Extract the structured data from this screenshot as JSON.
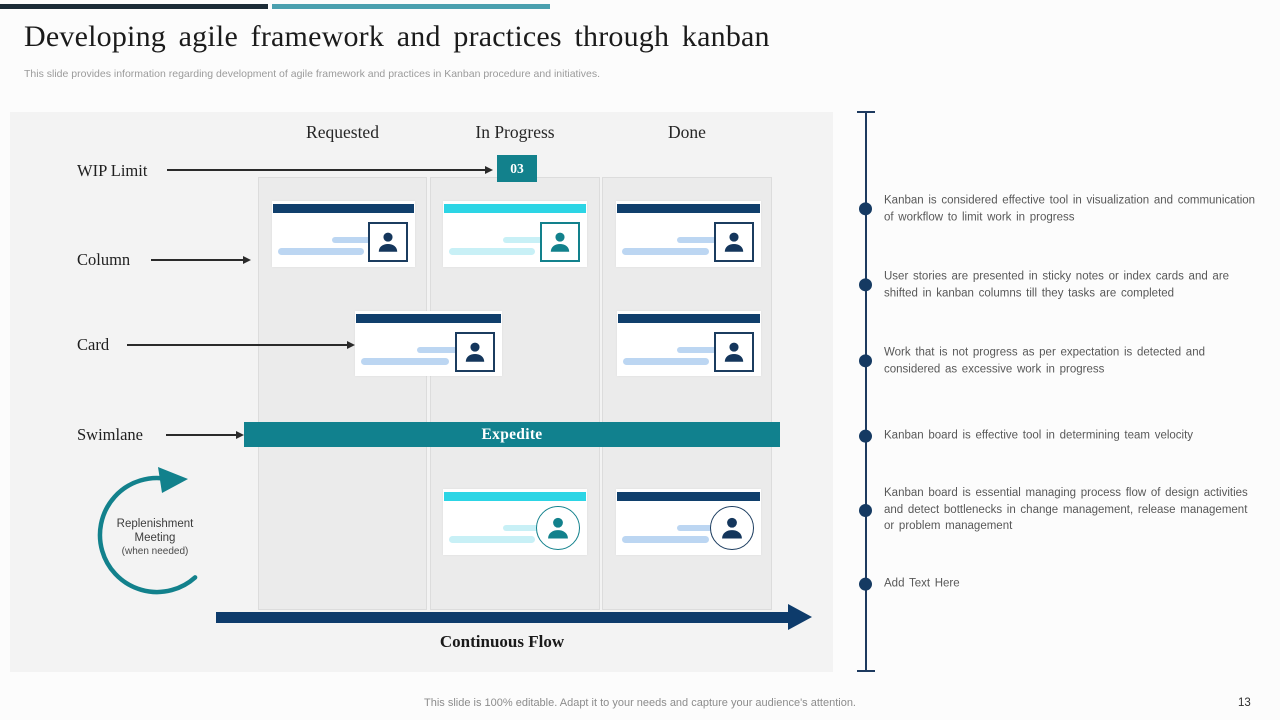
{
  "slide": {
    "title": "Developing agile framework and practices through kanban",
    "subtitle": "This slide provides information regarding development of agile  framework and practices in Kanban procedure and initiatives.",
    "footer": "This slide is 100% editable. Adapt it to your needs and capture your audience's attention.",
    "page_number": "13"
  },
  "board": {
    "columns": [
      "Requested",
      "In Progress",
      "Done"
    ],
    "wip_limit": {
      "label": "WIP Limit",
      "value": "03"
    },
    "annotations": {
      "column": "Column",
      "card": "Card",
      "swimlane": "Swimlane"
    },
    "swimlane_label": "Expedite",
    "flow_label": "Continuous Flow",
    "replenishment": {
      "lines": [
        "Replenishment",
        "Meeting",
        "(when needed)"
      ]
    },
    "cards": [
      {
        "column": "Requested",
        "row": 1,
        "accent": "navy",
        "avatar": "square"
      },
      {
        "column": "In Progress",
        "row": 1,
        "accent": "cyan",
        "avatar": "square"
      },
      {
        "column": "Done",
        "row": 1,
        "accent": "navy",
        "avatar": "square"
      },
      {
        "column": "Requested/In Progress (straddling)",
        "row": 2,
        "accent": "navy",
        "avatar": "square"
      },
      {
        "column": "Done",
        "row": 2,
        "accent": "navy",
        "avatar": "square"
      },
      {
        "column": "In Progress",
        "row": 3,
        "accent": "cyan",
        "avatar": "circle"
      },
      {
        "column": "Done",
        "row": 3,
        "accent": "navy",
        "avatar": "circle"
      }
    ]
  },
  "notes": [
    "Kanban is considered  effective  tool in visualization  and communication  of workflow  to limit work in progress",
    "User stories are presented  in sticky notes or index cards and are  shifted in kanban  columns  till they tasks are completed",
    "Work that is not progress  as per  expectation is detected  and considered  as excessive  work in progress",
    "Kanban  board  is effective  tool in determining  team velocity",
    "Kanban  board  is essential  managing  process flow of design activities  and detect  bottlenecks  in change  management, release  management  or problem  management",
    "Add Text Here"
  ],
  "colors": {
    "navy": "#103F6C",
    "cyan": "#2CD5E5",
    "teal": "#12818C",
    "light_blue": "#BCD6F2",
    "light_cyan": "#C8F0F6",
    "board_bg": "#F3F3F3",
    "column_bg": "#EBEBEB",
    "accent_bar_dark": "#1B2B36",
    "accent_bar_teal": "#4BA0AF",
    "note_dot": "#153A62",
    "note_text": "#585858"
  }
}
